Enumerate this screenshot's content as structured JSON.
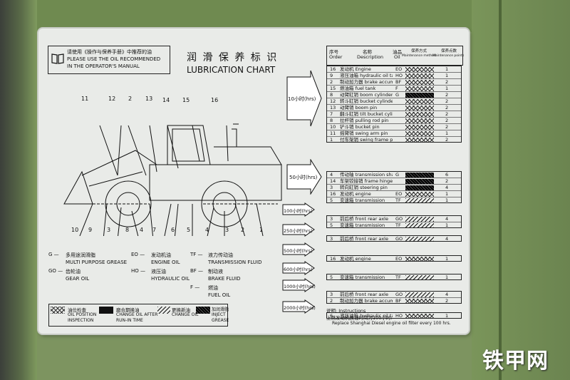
{
  "header": {
    "note_cn": "请使用《操作与保养手册》中推荐的油",
    "note_en_1": "PLEASE USE THE OIL RECOMMENDED",
    "note_en_2": "IN THE OPERATOR'S MANUAL",
    "title_cn": "润 滑 保 养 标 识",
    "title_en": "LUBRICATION CHART"
  },
  "table_header": {
    "no_cn": "序号",
    "no_en": "Order",
    "desc_cn": "名称",
    "desc_en": "Description",
    "oil_cn": "油品",
    "oil_en": "Oil",
    "method_cn": "保养方式",
    "method_en": "Maintenance method",
    "points_cn": "保养点数",
    "points_en": "Maintenance points"
  },
  "intervals": [
    {
      "label": "10小时(hrs)",
      "rows": [
        {
          "no": "16",
          "desc": "发动机  Engine",
          "oil": "EO",
          "pts": "1"
        },
        {
          "no": "9",
          "desc": "液压油箱 hydraulic oil tank",
          "oil": "HO",
          "pts": "1"
        },
        {
          "no": "2",
          "desc": "制动加力器 brake accumulator",
          "oil": "BF",
          "pts": "2"
        },
        {
          "no": "15",
          "desc": "燃油箱  fuel tank",
          "oil": "F",
          "pts": "1"
        },
        {
          "no": "8",
          "desc": "动臂缸销 boom cylinder pin",
          "oil": "G",
          "pts": "2"
        },
        {
          "no": "12",
          "desc": "转斗缸销 bucket cylinder pin",
          "oil": "",
          "pts": "2"
        },
        {
          "no": "13",
          "desc": "动臂销  boom pin",
          "oil": "",
          "pts": "2"
        },
        {
          "no": "7",
          "desc": "翻斗缸销 tilt bucket cylinder pin",
          "oil": "",
          "pts": "2"
        },
        {
          "no": "8",
          "desc": "拉杆销  pulling rod pin",
          "oil": "",
          "pts": "2"
        },
        {
          "no": "10",
          "desc": "铲斗销  bucket pin",
          "oil": "",
          "pts": "2"
        },
        {
          "no": "11",
          "desc": "摇臂销  swing arm pin",
          "oil": "",
          "pts": "1"
        },
        {
          "no": "1",
          "desc": "付车架销 swing frame pin",
          "oil": "",
          "pts": "2"
        }
      ]
    },
    {
      "label": "50小时(hrs)",
      "rows": [
        {
          "no": "4",
          "desc": "传动轴  transmission shaft",
          "oil": "G",
          "pts": "6"
        },
        {
          "no": "14",
          "desc": "车架铰接销 frame hinge pin",
          "oil": "",
          "pts": "2"
        },
        {
          "no": "3",
          "desc": "转向缸销 steering pin",
          "oil": "",
          "pts": "4"
        },
        {
          "no": "16",
          "desc": "发动机  engine",
          "oil": "EO",
          "pts": "1"
        },
        {
          "no": "5",
          "desc": "变速箱  transmission",
          "oil": "TF",
          "pts": "1"
        }
      ]
    },
    {
      "label": "100小时(hrs)",
      "rows": [
        {
          "no": "3",
          "desc": "前后桥 front rear axle",
          "oil": "GO",
          "pts": "4"
        },
        {
          "no": "5",
          "desc": "变速箱 transmission",
          "oil": "TF",
          "pts": "1"
        }
      ]
    },
    {
      "label": "250小时(hrs)",
      "rows": [
        {
          "no": "3",
          "desc": "前后桥  front rear axle",
          "oil": "GO",
          "pts": "4"
        }
      ]
    },
    {
      "label": "500小时(hrs)",
      "rows": [
        {
          "no": "16",
          "desc": "发动机  engine",
          "oil": "EO",
          "pts": "1"
        }
      ]
    },
    {
      "label": "600小时(hrs)",
      "rows": [
        {
          "no": "5",
          "desc": "变速箱  transmission",
          "oil": "TF",
          "pts": "1"
        }
      ]
    },
    {
      "label": "1000小时(hrs)",
      "rows": [
        {
          "no": "3",
          "desc": "前后桥 front rear axle",
          "oil": "GO",
          "pts": "4"
        },
        {
          "no": "2",
          "desc": "制动加力器 brake accumulator",
          "oil": "BF",
          "pts": "2"
        }
      ]
    },
    {
      "label": "2000小时(hrs)",
      "rows": [
        {
          "no": "6",
          "desc": "液压油箱 hydraulic oil tank",
          "oil": "HO",
          "pts": "1"
        }
      ]
    }
  ],
  "instructions": {
    "title": "说明: Instructions",
    "line1": "上燃发动机换油时间为100小时:",
    "line2": "Replace Shanghai Diesel engine oil filter every 100 hrs."
  },
  "callouts_top": [
    "11",
    "12",
    "2",
    "13",
    "14",
    "15",
    "16"
  ],
  "callouts_bottom": [
    "10",
    "9",
    "3",
    "8",
    "4",
    "7",
    "6",
    "5",
    "4",
    "3",
    "2",
    "1"
  ],
  "oil_legend": [
    {
      "code": "G —",
      "cn": "多用途润滑脂",
      "en": "MULTI PURPOSE GREASE"
    },
    {
      "code": "GO —",
      "cn": "齿轮油",
      "en": "GEAR OIL"
    },
    {
      "code": "EO —",
      "cn": "发动机油",
      "en": "ENGINE OIL"
    },
    {
      "code": "HO —",
      "cn": "液压油",
      "en": "HYDRAULIC OIL"
    },
    {
      "code": "TF —",
      "cn": "液力传动油",
      "en": "TRANSMISSION FLUID"
    },
    {
      "code": "BF —",
      "cn": "制动液",
      "en": "BRAKE FLUID"
    },
    {
      "code": "F —",
      "cn": "燃油",
      "en": "FUEL OIL"
    }
  ],
  "method_legend": [
    {
      "cn": "油位检查",
      "en1": "OIL POSITION",
      "en2": "INSPECTION"
    },
    {
      "cn": "磨合期换油",
      "en1": "CHANGE OIL AFTER",
      "en2": "RUN-IN TIME"
    },
    {
      "cn": "更换新油",
      "en1": "CHANGE OIL",
      "en2": ""
    },
    {
      "cn": "加润滑脂",
      "en1": "INJECT",
      "en2": "GREASE"
    }
  ],
  "watermark": "铁甲网",
  "colors": {
    "plate": "#e9ebe8",
    "frame": "#7d9460"
  }
}
